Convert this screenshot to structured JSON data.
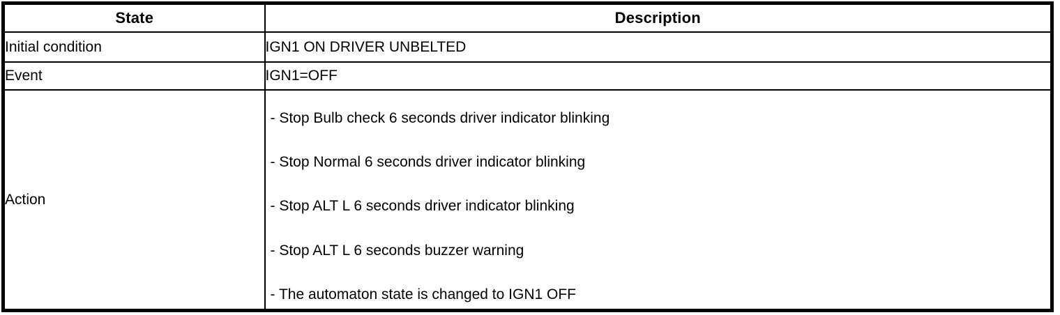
{
  "table": {
    "headers": {
      "state": "State",
      "description": "Description"
    },
    "rows": [
      {
        "state": "Initial condition",
        "description": "IGN1 ON DRIVER UNBELTED"
      },
      {
        "state": "Event",
        "description": "IGN1=OFF"
      },
      {
        "state": "Action",
        "items": [
          "- Stop Bulb check 6 seconds driver indicator blinking",
          "- Stop Normal 6 seconds driver indicator blinking",
          "- Stop ALT L 6 seconds driver indicator blinking",
          "- Stop ALT L 6 seconds buzzer warning",
          "- The automaton state is changed to IGN1 OFF"
        ]
      }
    ],
    "colors": {
      "border": "#000000",
      "background": "#ffffff",
      "text": "#000000"
    }
  }
}
